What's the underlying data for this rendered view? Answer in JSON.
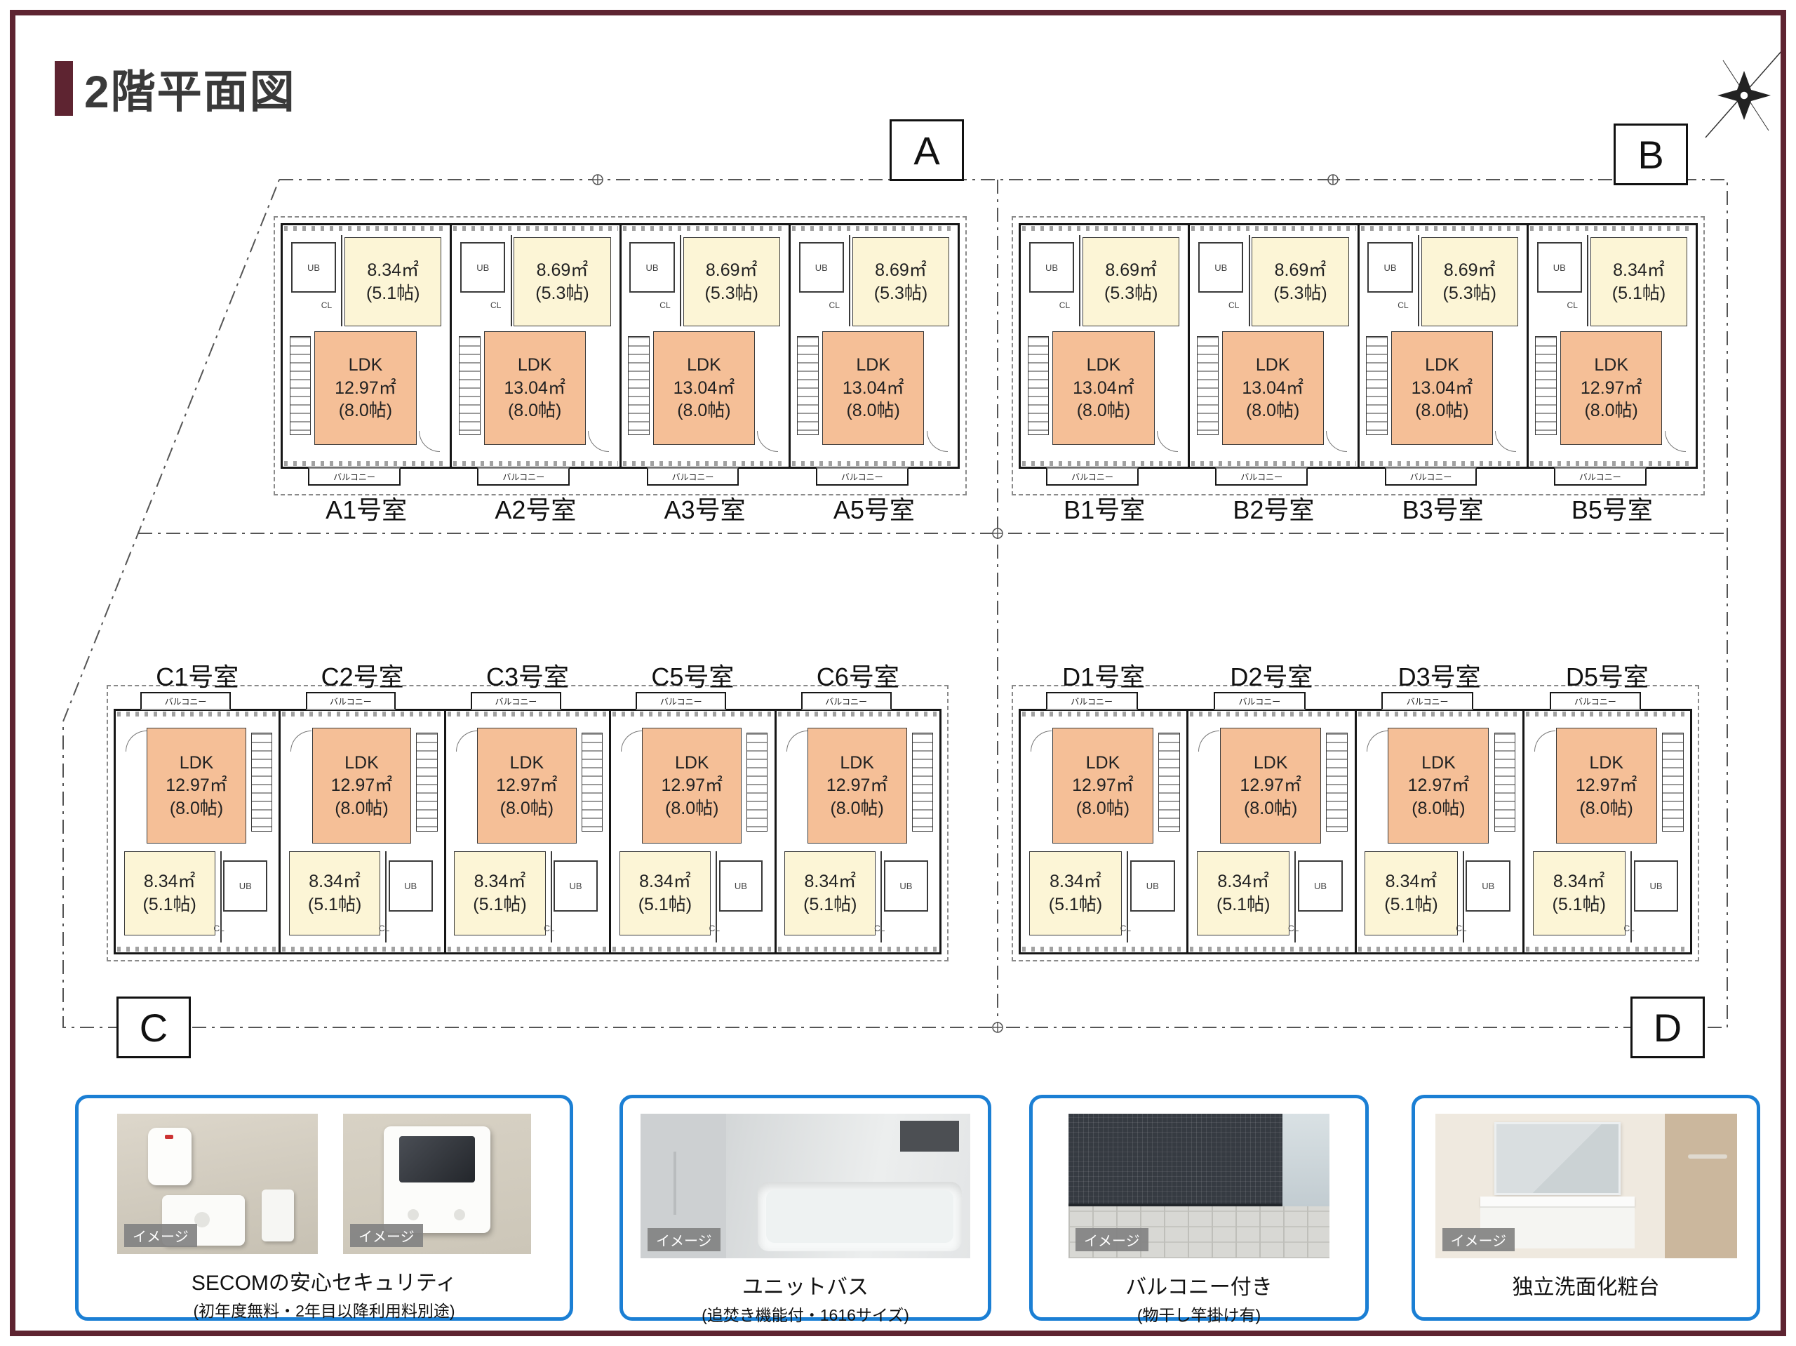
{
  "page": {
    "title": "2階平面図"
  },
  "colors": {
    "accent": "#5e2431",
    "photo_frame": "#1b7fd4",
    "ldk_fill": "#f5bf97",
    "bedroom_fill": "#fcf5d6"
  },
  "plan_labels": {
    "ub": "UB",
    "cl": "CL"
  },
  "buildings": [
    {
      "id": "A",
      "label": "A",
      "row": "top",
      "units": [
        {
          "name": "A1号室",
          "bedroom": {
            "area": "8.34㎡",
            "tatami": "(5.1帖)"
          },
          "ldk": {
            "label": "LDK",
            "area": "12.97㎡",
            "tatami": "(8.0帖)"
          },
          "balcony": "バルコニー"
        },
        {
          "name": "A2号室",
          "bedroom": {
            "area": "8.69㎡",
            "tatami": "(5.3帖)"
          },
          "ldk": {
            "label": "LDK",
            "area": "13.04㎡",
            "tatami": "(8.0帖)"
          },
          "balcony": "バルコニー"
        },
        {
          "name": "A3号室",
          "bedroom": {
            "area": "8.69㎡",
            "tatami": "(5.3帖)"
          },
          "ldk": {
            "label": "LDK",
            "area": "13.04㎡",
            "tatami": "(8.0帖)"
          },
          "balcony": "バルコニー"
        },
        {
          "name": "A5号室",
          "bedroom": {
            "area": "8.69㎡",
            "tatami": "(5.3帖)"
          },
          "ldk": {
            "label": "LDK",
            "area": "13.04㎡",
            "tatami": "(8.0帖)"
          },
          "balcony": "バルコニー"
        }
      ]
    },
    {
      "id": "B",
      "label": "B",
      "row": "top",
      "units": [
        {
          "name": "B1号室",
          "bedroom": {
            "area": "8.69㎡",
            "tatami": "(5.3帖)"
          },
          "ldk": {
            "label": "LDK",
            "area": "13.04㎡",
            "tatami": "(8.0帖)"
          },
          "balcony": "バルコニー"
        },
        {
          "name": "B2号室",
          "bedroom": {
            "area": "8.69㎡",
            "tatami": "(5.3帖)"
          },
          "ldk": {
            "label": "LDK",
            "area": "13.04㎡",
            "tatami": "(8.0帖)"
          },
          "balcony": "バルコニー"
        },
        {
          "name": "B3号室",
          "bedroom": {
            "area": "8.69㎡",
            "tatami": "(5.3帖)"
          },
          "ldk": {
            "label": "LDK",
            "area": "13.04㎡",
            "tatami": "(8.0帖)"
          },
          "balcony": "バルコニー"
        },
        {
          "name": "B5号室",
          "bedroom": {
            "area": "8.34㎡",
            "tatami": "(5.1帖)"
          },
          "ldk": {
            "label": "LDK",
            "area": "12.97㎡",
            "tatami": "(8.0帖)"
          },
          "balcony": "バルコニー"
        }
      ]
    },
    {
      "id": "C",
      "label": "C",
      "row": "bottom",
      "units": [
        {
          "name": "C1号室",
          "bedroom": {
            "area": "8.34㎡",
            "tatami": "(5.1帖)"
          },
          "ldk": {
            "label": "LDK",
            "area": "12.97㎡",
            "tatami": "(8.0帖)"
          },
          "balcony": "バルコニー"
        },
        {
          "name": "C2号室",
          "bedroom": {
            "area": "8.34㎡",
            "tatami": "(5.1帖)"
          },
          "ldk": {
            "label": "LDK",
            "area": "12.97㎡",
            "tatami": "(8.0帖)"
          },
          "balcony": "バルコニー"
        },
        {
          "name": "C3号室",
          "bedroom": {
            "area": "8.34㎡",
            "tatami": "(5.1帖)"
          },
          "ldk": {
            "label": "LDK",
            "area": "12.97㎡",
            "tatami": "(8.0帖)"
          },
          "balcony": "バルコニー"
        },
        {
          "name": "C5号室",
          "bedroom": {
            "area": "8.34㎡",
            "tatami": "(5.1帖)"
          },
          "ldk": {
            "label": "LDK",
            "area": "12.97㎡",
            "tatami": "(8.0帖)"
          },
          "balcony": "バルコニー"
        },
        {
          "name": "C6号室",
          "bedroom": {
            "area": "8.34㎡",
            "tatami": "(5.1帖)"
          },
          "ldk": {
            "label": "LDK",
            "area": "12.97㎡",
            "tatami": "(8.0帖)"
          },
          "balcony": "バルコニー"
        }
      ]
    },
    {
      "id": "D",
      "label": "D",
      "row": "bottom",
      "units": [
        {
          "name": "D1号室",
          "bedroom": {
            "area": "8.34㎡",
            "tatami": "(5.1帖)"
          },
          "ldk": {
            "label": "LDK",
            "area": "12.97㎡",
            "tatami": "(8.0帖)"
          },
          "balcony": "バルコニー"
        },
        {
          "name": "D2号室",
          "bedroom": {
            "area": "8.34㎡",
            "tatami": "(5.1帖)"
          },
          "ldk": {
            "label": "LDK",
            "area": "12.97㎡",
            "tatami": "(8.0帖)"
          },
          "balcony": "バルコニー"
        },
        {
          "name": "D3号室",
          "bedroom": {
            "area": "8.34㎡",
            "tatami": "(5.1帖)"
          },
          "ldk": {
            "label": "LDK",
            "area": "12.97㎡",
            "tatami": "(8.0帖)"
          },
          "balcony": "バルコニー"
        },
        {
          "name": "D5号室",
          "bedroom": {
            "area": "8.34㎡",
            "tatami": "(5.1帖)"
          },
          "ldk": {
            "label": "LDK",
            "area": "12.97㎡",
            "tatami": "(8.0帖)"
          },
          "balcony": "バルコニー"
        }
      ]
    }
  ],
  "features": [
    {
      "title": "SECOMの安心セキュリティ",
      "subtitle": "(初年度無料・2年目以降利用料別途)",
      "photos": [
        {
          "label": "イメージ",
          "kind": "secom-devices"
        },
        {
          "label": "イメージ",
          "kind": "intercom-monitor"
        }
      ]
    },
    {
      "title": "ユニットバス",
      "subtitle": "(追焚き機能付・1616サイズ)",
      "photos": [
        {
          "label": "イメージ",
          "kind": "unit-bath"
        }
      ]
    },
    {
      "title": "バルコニー付き",
      "subtitle": "(物干し竿掛け有)",
      "photos": [
        {
          "label": "イメージ",
          "kind": "balcony"
        }
      ]
    },
    {
      "title": "独立洗面化粧台",
      "subtitle": "",
      "photos": [
        {
          "label": "イメージ",
          "kind": "vanity"
        }
      ]
    }
  ]
}
